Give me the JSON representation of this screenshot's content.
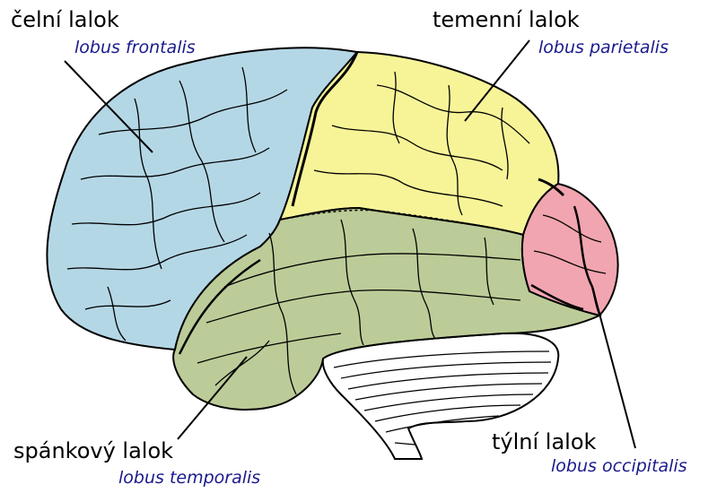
{
  "colors": {
    "frontal": "#b4d7e6",
    "parietal": "#f7f498",
    "occipital": "#f1a5b0",
    "temporal": "#bccc98",
    "cerebellum": "#ffffff",
    "outline": "#000000",
    "latin_text": "#1a1a8c"
  },
  "labels": {
    "frontal": {
      "czech": "čelní lalok",
      "latin": "lobus frontalis"
    },
    "parietal": {
      "czech": "temenní lalok",
      "latin": "lobus parietalis"
    },
    "temporal": {
      "czech": "spánkový lalok",
      "latin": "lobus temporalis"
    },
    "occipital": {
      "czech": "týlní lalok",
      "latin": "lobus occipitalis"
    }
  }
}
